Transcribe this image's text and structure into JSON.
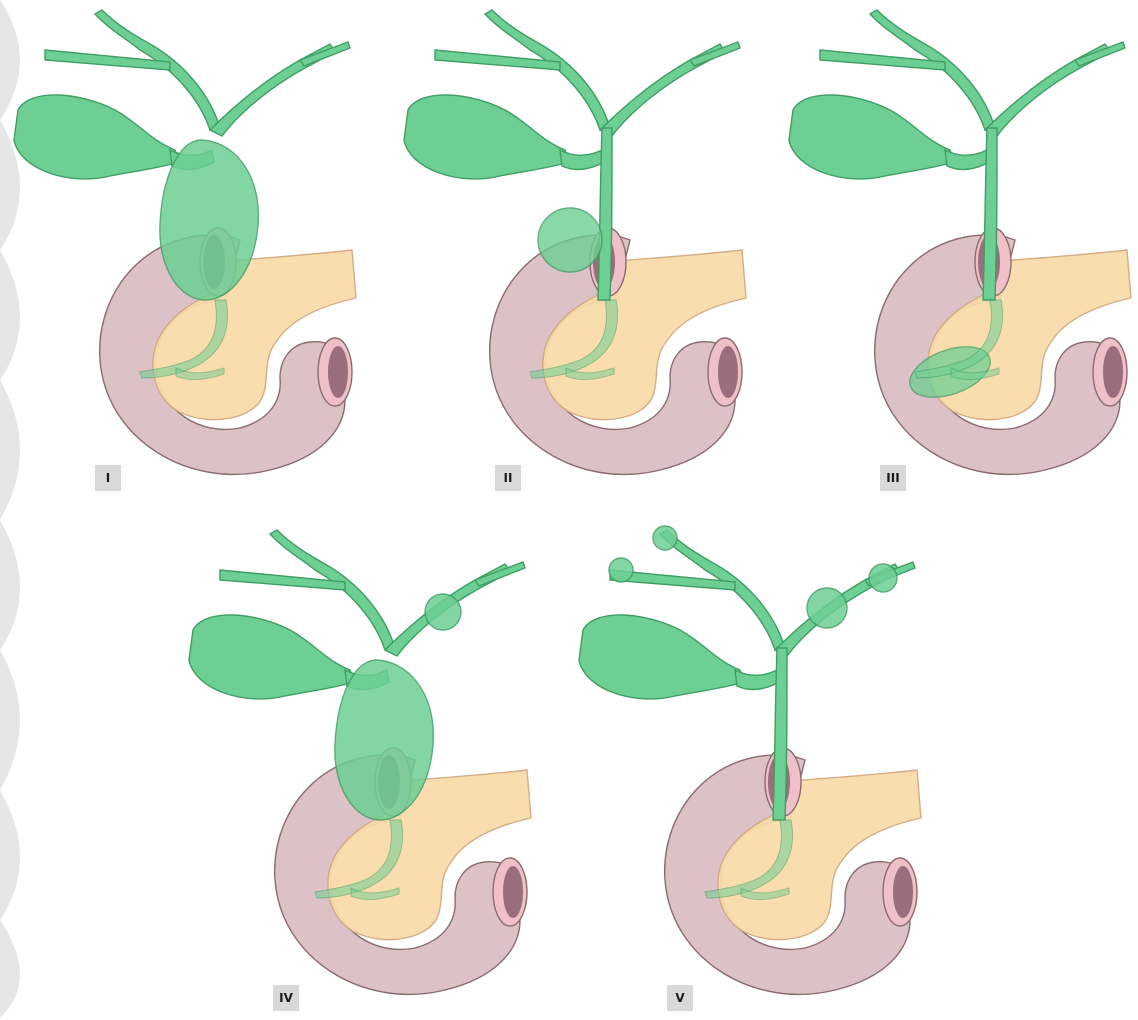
{
  "figure": {
    "panels": [
      {
        "label": "I",
        "cyst_type": "fusiform-common-duct"
      },
      {
        "label": "II",
        "cyst_type": "diverticulum"
      },
      {
        "label": "III",
        "cyst_type": "choledochocele"
      },
      {
        "label": "IV",
        "cyst_type": "multiple-intra-extrahepatic"
      },
      {
        "label": "V",
        "cyst_type": "intrahepatic-only"
      }
    ],
    "colors": {
      "bile_duct": "#6dcf93",
      "bile_duct_stroke": "#3f9e63",
      "duodenum": "#dcc2c6",
      "duodenum_stroke": "#8b6b70",
      "pancreas": "#f9dcaa",
      "pancreas_stroke": "#d2a980",
      "lumen": "#9a6e7c",
      "lumen_rim": "#f0c0c8",
      "label_bg": "#d9d9d9",
      "background": "#ffffff"
    }
  }
}
